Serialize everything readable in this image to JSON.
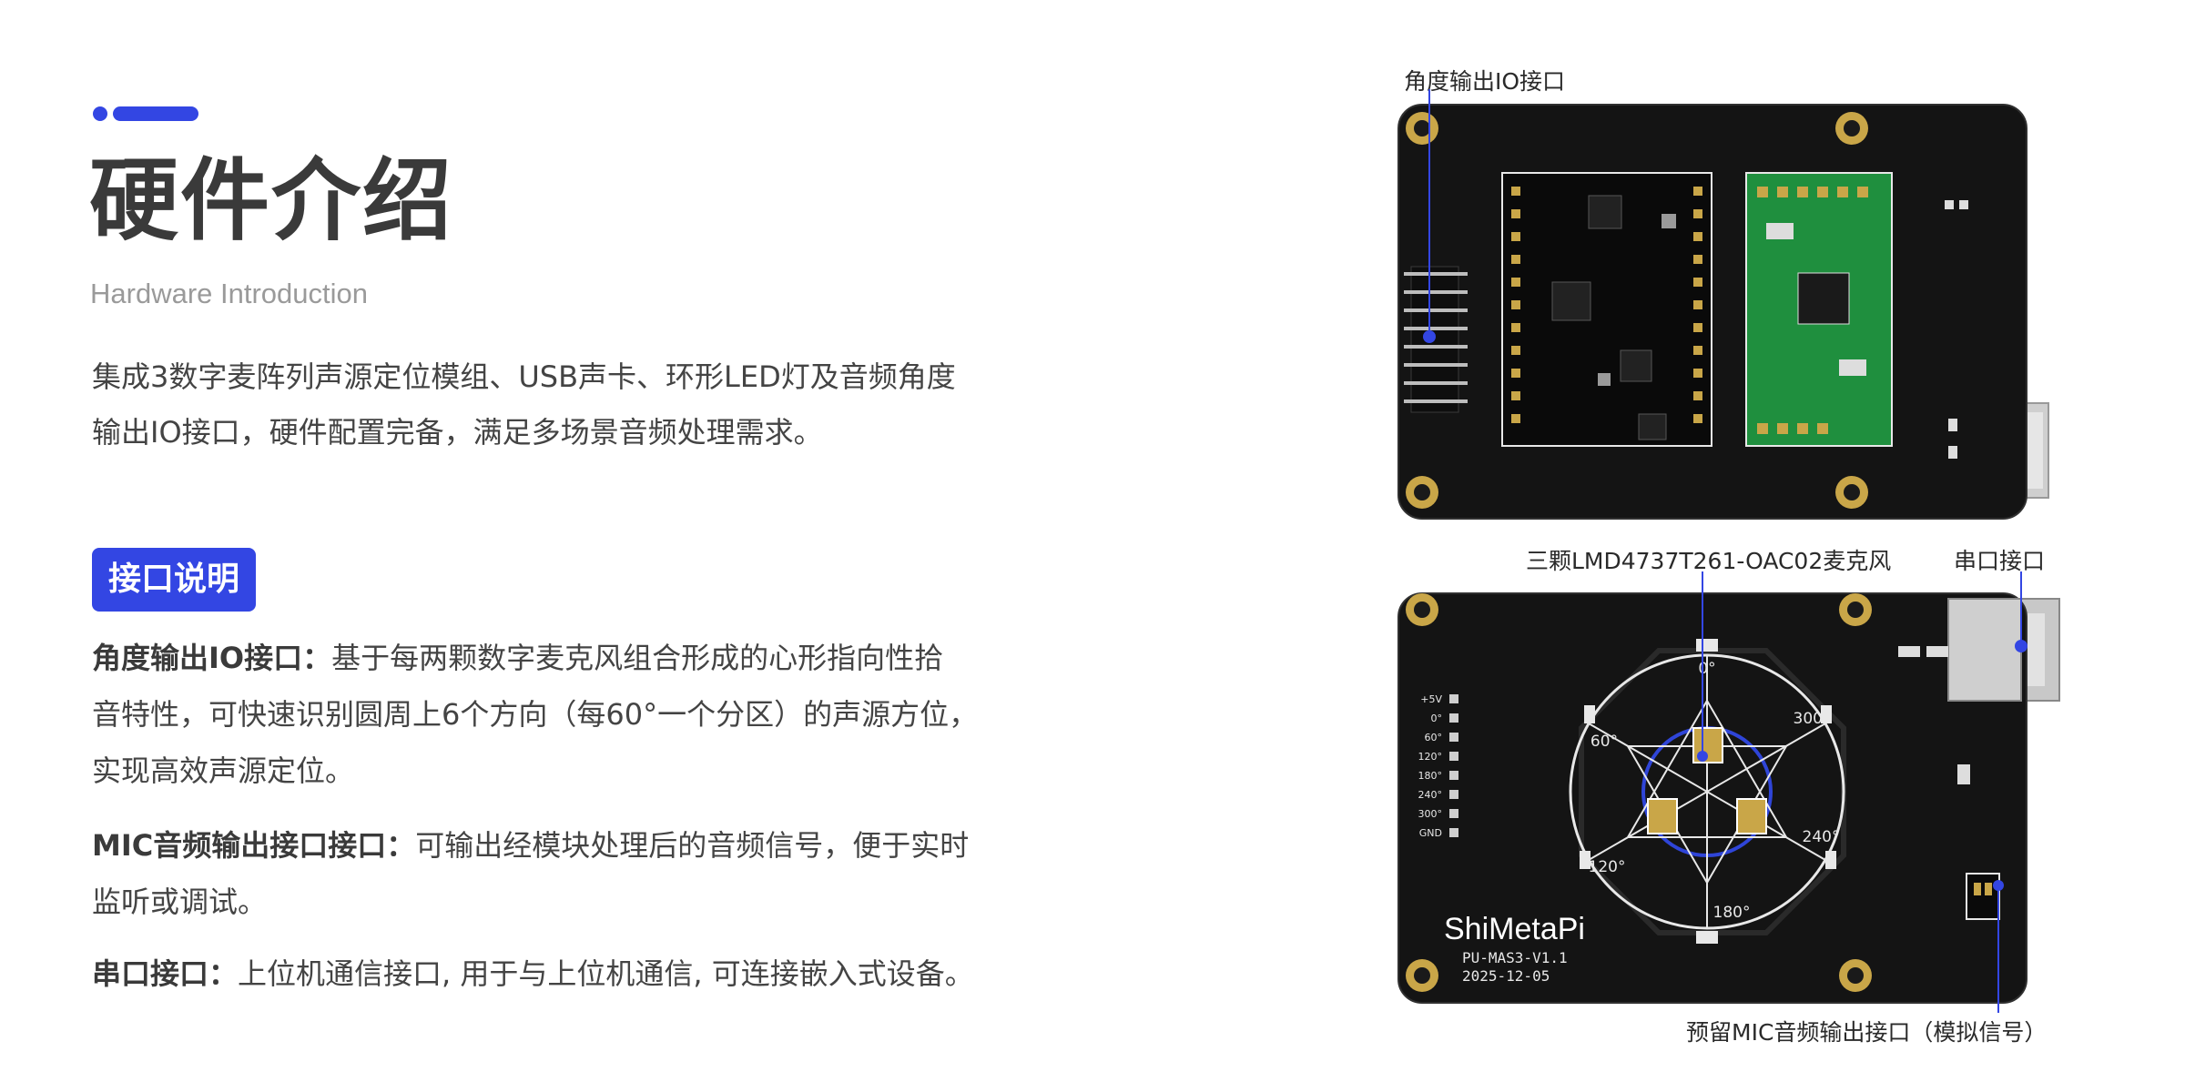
{
  "header": {
    "title": "硬件介绍",
    "subtitle": "Hardware Introduction"
  },
  "intro": {
    "line1": "集成3数字麦阵列声源定位模组、USB声卡、环形LED灯及音频角度",
    "line2": "输出IO接口，硬件配置完备，满足多场景音频处理需求。"
  },
  "section": {
    "tag": "接口说明",
    "items": [
      {
        "label": "角度输出IO接口：",
        "lines": [
          "基于每两颗数字麦克风组合形成的心形指向性拾",
          "音特性，可快速识别圆周上6个方向（每60°一个分区）的声源方位，",
          "实现高效声源定位。"
        ]
      },
      {
        "label": "MIC音频输出接口接口：",
        "lines": [
          "可输出经模块处理后的音频信号，便于实时",
          "监听或调试。"
        ]
      },
      {
        "label": "串口接口：",
        "lines": [
          "上位机通信接口, 用于与上位机通信, 可连接嵌入式设备。"
        ]
      }
    ]
  },
  "callouts": {
    "angle_io": "角度输出IO接口",
    "mics": "三颗LMD4737T261-OAC02麦克风",
    "serial": "串口接口",
    "mic_out": "预留MIC音频输出接口（模拟信号）"
  },
  "board": {
    "brand": "ShiMetaPi",
    "model": "PU-MAS3-V1.1",
    "date": "2025-12-05",
    "angles": [
      "0°",
      "60°",
      "120°",
      "180°",
      "240°",
      "300°"
    ],
    "pin_labels": [
      "+5V",
      "0°",
      "60°",
      "120°",
      "180°",
      "240°",
      "300°",
      "GND"
    ]
  },
  "colors": {
    "accent": "#3346e3",
    "pcb": "#151515",
    "gold": "#c9a648",
    "silk": "#e8e8e8"
  }
}
